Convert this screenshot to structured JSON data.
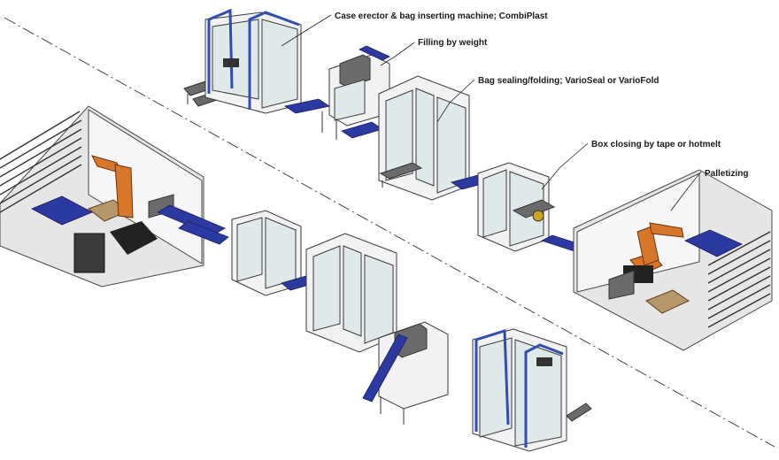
{
  "labels": {
    "case_erector": "Case erector & bag inserting machine; CombiPlast",
    "filling": "Filling by weight",
    "bag_sealing": "Bag sealing/folding; VarioSeal or VarioFold",
    "box_closing": "Box closing by tape or hotmelt",
    "palletizing": "Palletizing"
  },
  "colors": {
    "conveyor_belt": "#2a3aa0",
    "robot": "#d8762a",
    "frame_accent": "#2f4fb0"
  }
}
